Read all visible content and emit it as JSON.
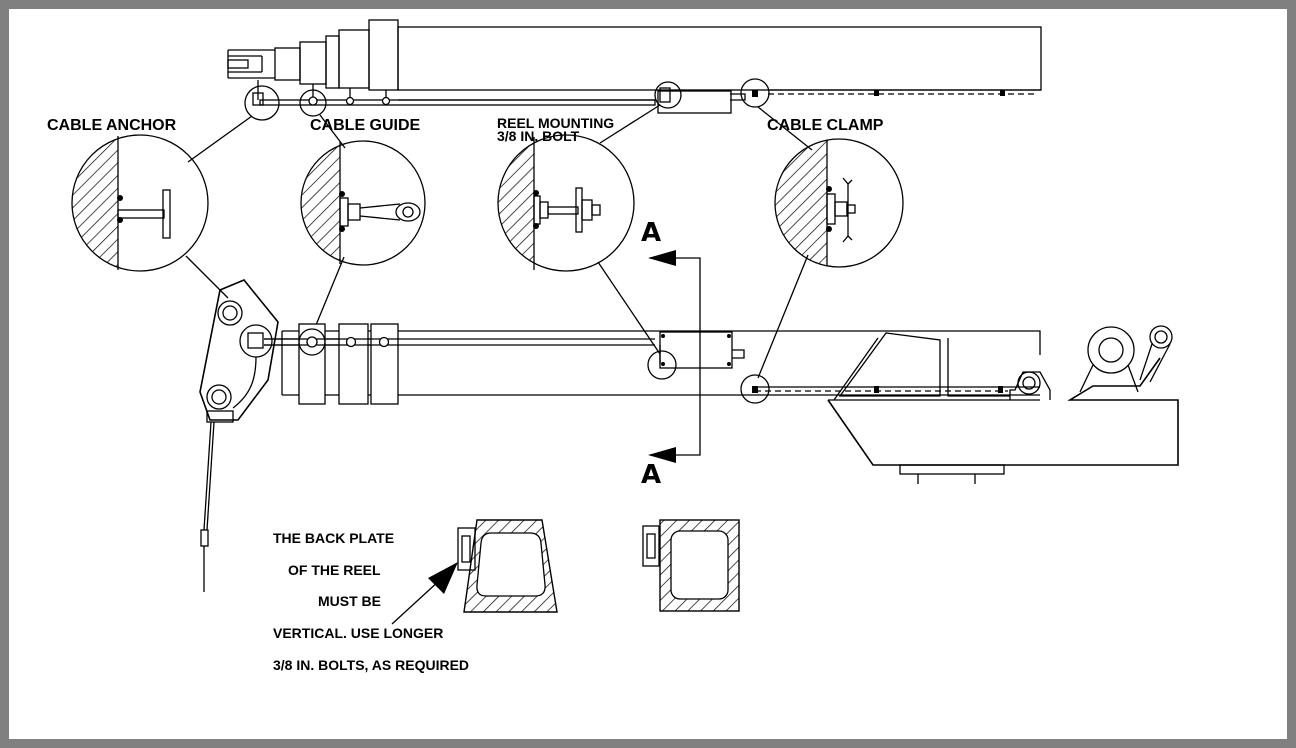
{
  "labels": {
    "cable_anchor": "CABLE ANCHOR",
    "cable_guide": "CABLE GUIDE",
    "reel_mounting_line1": "REEL MOUNTING",
    "reel_mounting_line2": "3/8 IN. BOLT",
    "cable_clamp": "CABLE CLAMP",
    "section_top": "A",
    "section_bottom": "A"
  },
  "note": {
    "line1": "THE BACK PLATE",
    "line2": "OF THE REEL",
    "line3": "MUST BE",
    "line4": "VERTICAL. USE LONGER",
    "line5": "3/8 IN. BOLTS, AS REQUIRED"
  },
  "colors": {
    "frame": "#808080",
    "ink": "#000000",
    "paper": "#ffffff"
  }
}
